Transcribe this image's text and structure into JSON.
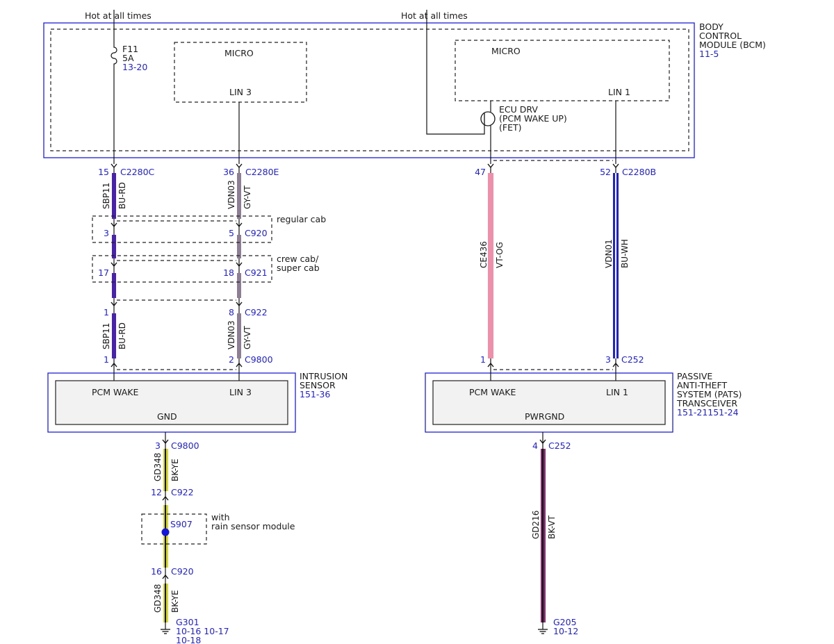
{
  "supply": {
    "hot_left": "Hot at all times",
    "hot_right": "Hot at all times"
  },
  "bcm": {
    "name_lines": [
      "BODY",
      "CONTROL",
      "MODULE (BCM)"
    ],
    "ref": "11-5",
    "fuse": {
      "name": "F11",
      "rating": "5A",
      "ref": "13-20"
    },
    "micro_left": {
      "title": "MICRO",
      "port": "LIN 3"
    },
    "micro_right": {
      "title": "MICRO",
      "port": "LIN 1"
    },
    "driver_lines": [
      "ECU DRV",
      "(PCM WAKE UP)",
      "(FET)"
    ]
  },
  "connectors": {
    "c2280c": {
      "pin": "15",
      "name": "C2280C"
    },
    "c2280e": {
      "pin": "36",
      "name": "C2280E"
    },
    "c2280b_a": {
      "pin": "47"
    },
    "c2280b_b": {
      "pin": "52",
      "name": "C2280B"
    },
    "c920_a": {
      "pin": "3"
    },
    "c920_b": {
      "pin": "5",
      "name": "C920"
    },
    "c921_a": {
      "pin": "17"
    },
    "c921_b": {
      "pin": "18",
      "name": "C921"
    },
    "c922_a": {
      "pin": "1"
    },
    "c922_b": {
      "pin": "8",
      "name": "C922"
    },
    "c9800_a": {
      "pin": "1"
    },
    "c9800_b": {
      "pin": "2",
      "name": "C9800"
    },
    "c252_a": {
      "pin": "1"
    },
    "c252_b": {
      "pin": "3",
      "name": "C252"
    },
    "c9800_gnd": {
      "pin": "3",
      "name": "C9800"
    },
    "c922_gnd": {
      "pin": "12",
      "name": "C922"
    },
    "c920_gnd": {
      "pin": "16",
      "name": "C920"
    },
    "c252_gnd": {
      "pin": "4",
      "name": "C252"
    }
  },
  "options": {
    "regular_cab": "regular cab",
    "crew_cab_lines": [
      "crew cab/",
      "super cab"
    ],
    "rain_sensor_lines": [
      "with",
      "rain sensor module"
    ]
  },
  "wires": {
    "sbp11_top": {
      "circuit": "SBP11",
      "color_code": "BU-RD",
      "color": "#4a1fb3"
    },
    "vdn03_top": {
      "circuit": "VDN03",
      "color_code": "GY-VT",
      "color": "#8d7e95"
    },
    "ce436": {
      "circuit": "CE436",
      "color_code": "VT-OG",
      "color": "#ee8fab"
    },
    "vdn01": {
      "circuit": "VDN01",
      "color_code": "BU-WH",
      "color": "#2020d4"
    },
    "sbp11_bot": {
      "circuit": "SBP11",
      "color_code": "BU-RD",
      "color": "#4a1fb3"
    },
    "vdn03_bot": {
      "circuit": "VDN03",
      "color_code": "GY-VT",
      "color": "#8d7e95"
    },
    "gd348_top": {
      "circuit": "GD348",
      "color_code": "BK-YE",
      "color": "#d8d820"
    },
    "gd348_bot": {
      "circuit": "GD348",
      "color_code": "BK-YE",
      "color": "#d8d820"
    },
    "gd216": {
      "circuit": "GD216",
      "color_code": "BK-VT",
      "color": "#8a2c70"
    }
  },
  "intrusion": {
    "name_lines": [
      "INTRUSION",
      "SENSOR"
    ],
    "ref": "151-36",
    "pin_left": "PCM WAKE",
    "pin_right": "LIN 3",
    "pin_bottom": "GND"
  },
  "pats": {
    "name_lines": [
      "PASSIVE",
      "ANTI-THEFT",
      "SYSTEM (PATS)",
      "TRANSCEIVER"
    ],
    "ref": "151-21151-24",
    "pin_left": "PCM WAKE",
    "pin_right": "LIN 1",
    "pin_bottom": "PWRGND"
  },
  "splice": {
    "name": "S907",
    "color": "#1515e0"
  },
  "grounds": {
    "g301": {
      "name": "G301",
      "refs_line1": "10-16 10-17",
      "refs_line2": "10-18"
    },
    "g205": {
      "name": "G205",
      "ref": "10-12"
    }
  },
  "colors": {
    "module_border": "#1f1fd6",
    "reference_text": "#1f1fd6"
  }
}
